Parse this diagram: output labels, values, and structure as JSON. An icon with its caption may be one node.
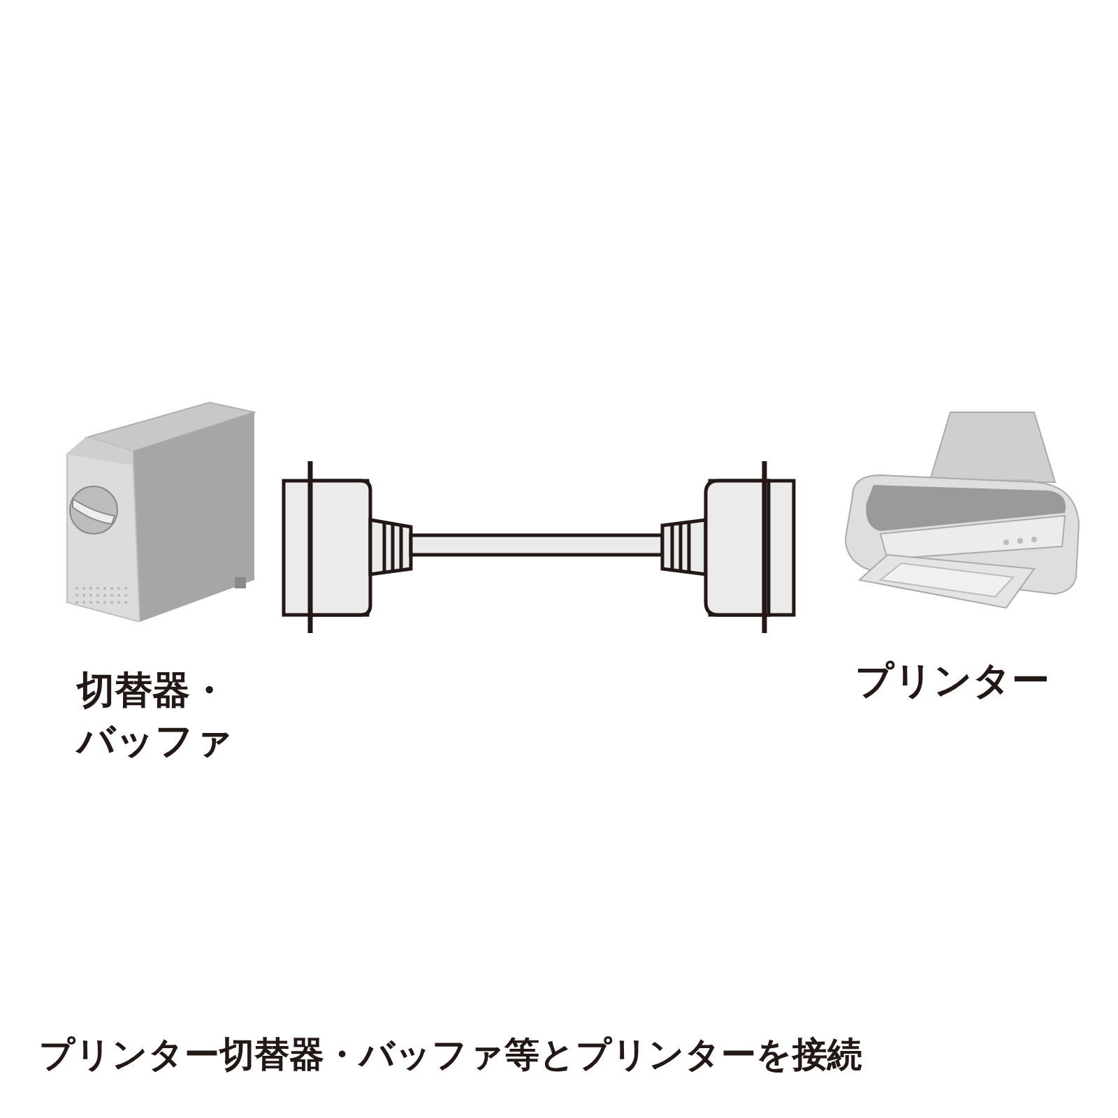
{
  "diagram": {
    "caption": "プリンター切替器・バッファ等とプリンターを接続",
    "nodes": [
      {
        "text": [
          "切替器・バッファ"
        ]
      },
      {
        "text": [
          "プリンター"
        ]
      }
    ]
  }
}
